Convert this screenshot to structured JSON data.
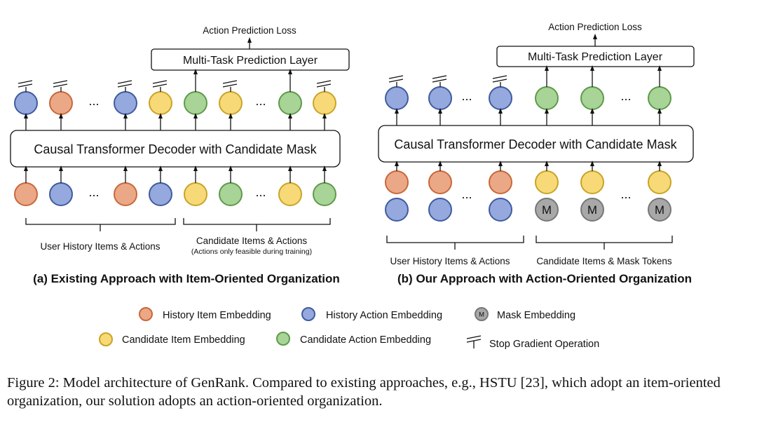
{
  "panel_a": {
    "loss_label": "Action Prediction Loss",
    "head_label": "Multi-Task Prediction Layer",
    "decoder_label": "Causal Transformer Decoder with Candidate Mask",
    "ellipsis": "...",
    "output_nodes": [
      "history-action",
      "history-item",
      "ellipsis",
      "history-action",
      "candidate-item",
      "candidate-action",
      "candidate-item",
      "ellipsis",
      "candidate-action",
      "candidate-item"
    ],
    "input_nodes": [
      "history-item",
      "history-action",
      "ellipsis",
      "history-item",
      "history-action",
      "candidate-item",
      "candidate-action",
      "ellipsis",
      "candidate-item",
      "candidate-action"
    ],
    "left_brace_label": "User History Items & Actions",
    "right_brace_label": "Candidate Items & Actions",
    "right_brace_note": "(Actions only feasible during training)",
    "title": "(a) Existing Approach with Item-Oriented Organization"
  },
  "panel_b": {
    "loss_label": "Action Prediction Loss",
    "head_label": "Multi-Task Prediction Layer",
    "decoder_label": "Causal Transformer Decoder with Candidate Mask",
    "ellipsis": "...",
    "mask_glyph": "M",
    "output_nodes": [
      "history-action",
      "history-action",
      "ellipsis",
      "history-action",
      "candidate-action",
      "candidate-action",
      "ellipsis",
      "candidate-action"
    ],
    "input_top_nodes": [
      "history-item",
      "history-item",
      "ellipsis",
      "history-item",
      "candidate-item",
      "candidate-item",
      "ellipsis",
      "candidate-item"
    ],
    "input_bottom_nodes": [
      "history-action",
      "history-action",
      "ellipsis",
      "history-action",
      "mask",
      "mask",
      "ellipsis",
      "mask"
    ],
    "left_brace_label": "User History Items & Actions",
    "right_brace_label": "Candidate Items & Mask Tokens",
    "title": "(b) Our Approach with Action-Oriented Organization"
  },
  "legend": {
    "history_item": "History Item Embedding",
    "history_action": "History Action Embedding",
    "mask": "Mask Embedding",
    "candidate_item": "Candidate Item Embedding",
    "candidate_action": "Candidate Action Embedding",
    "stop_gradient": "Stop Gradient Operation",
    "mask_glyph": "M"
  },
  "colors": {
    "history_item_fill": "#eba887",
    "history_item_stroke": "#c8683a",
    "history_action_fill": "#95a9de",
    "history_action_stroke": "#3f5b9e",
    "candidate_item_fill": "#f8d977",
    "candidate_item_stroke": "#c9a427",
    "candidate_action_fill": "#a8d497",
    "candidate_action_stroke": "#5e9a4a",
    "mask_fill": "#a8a8a8",
    "mask_stroke": "#777777"
  },
  "caption": "Figure 2: Model architecture of GenRank. Compared to existing approaches, e.g., HSTU [23], which adopt an item-oriented organization, our solution adopts an action-oriented organization."
}
